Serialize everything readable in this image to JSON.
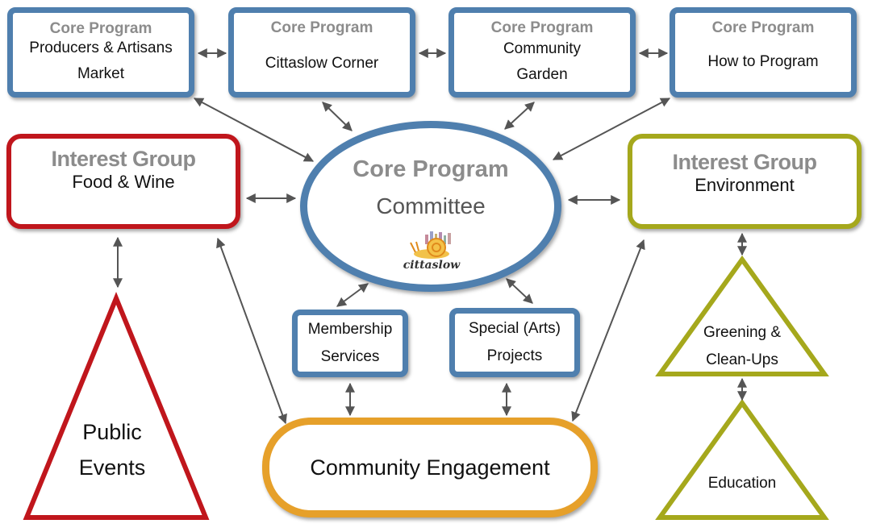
{
  "core_programs": [
    {
      "header": "Core Program",
      "lines": [
        "Producers & Artisans",
        "Market"
      ]
    },
    {
      "header": "Core Program",
      "lines": [
        "Cittaslow Corner"
      ]
    },
    {
      "header": "Core Program",
      "lines": [
        "Community",
        "Garden"
      ]
    },
    {
      "header": "Core Program",
      "lines": [
        "How to Program"
      ]
    }
  ],
  "center": {
    "header": "Core Program",
    "title": "Committee",
    "logo_text": "cittaslow"
  },
  "interest_groups": {
    "left": {
      "header": "Interest Group",
      "title": "Food & Wine",
      "color": "#c0161c"
    },
    "right": {
      "header": "Interest Group",
      "title": "Environment",
      "color": "#a5a81c"
    }
  },
  "services": [
    {
      "lines": [
        "Membership",
        "Services"
      ]
    },
    {
      "lines": [
        "Special (Arts)",
        "Projects"
      ]
    }
  ],
  "engagement": {
    "label": "Community Engagement",
    "color": "#e6a02a"
  },
  "triangles": {
    "public_events": {
      "lines": [
        "Public",
        "Events"
      ]
    },
    "greening": {
      "lines": [
        "Greening &",
        "Clean-Ups"
      ]
    },
    "education": {
      "lines": [
        "Education"
      ]
    }
  },
  "colors": {
    "blue": "#4f7fae",
    "red": "#c0161c",
    "green": "#a5a81c",
    "orange": "#e6a02a",
    "arrow": "#555555"
  }
}
